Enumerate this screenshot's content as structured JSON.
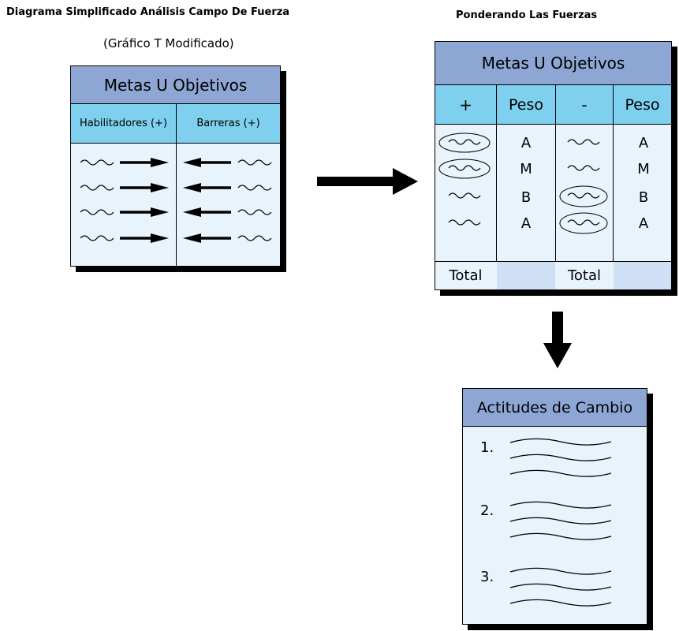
{
  "left": {
    "title": "Diagrama Simplificado Análisis Campo De Fuerza",
    "subtitle": "(Gráfico T Modificado)",
    "header": "Metas U Objetivos",
    "col_enablers": "Habilitadores (+)",
    "col_barriers": "Barreras (+)"
  },
  "right": {
    "title": "Ponderando Las Fuerzas",
    "header": "Metas U Objetivos",
    "col_plus": "+",
    "col_weight_1": "Peso",
    "col_minus": "-",
    "col_weight_2": "Peso",
    "weights_plus": [
      "A",
      "M",
      "B",
      "A"
    ],
    "weights_minus": [
      "A",
      "M",
      "B",
      "A"
    ],
    "total_1": "Total",
    "total_2": "Total"
  },
  "bottom": {
    "header": "Actitudes de Cambio",
    "items": [
      "1.",
      "2.",
      "3."
    ]
  },
  "colors": {
    "header_blue": "#8da6d4",
    "subheader_cyan": "#7fd0ee",
    "card_fill": "#e8f3fc",
    "total_fill": "#cfe0f4"
  }
}
